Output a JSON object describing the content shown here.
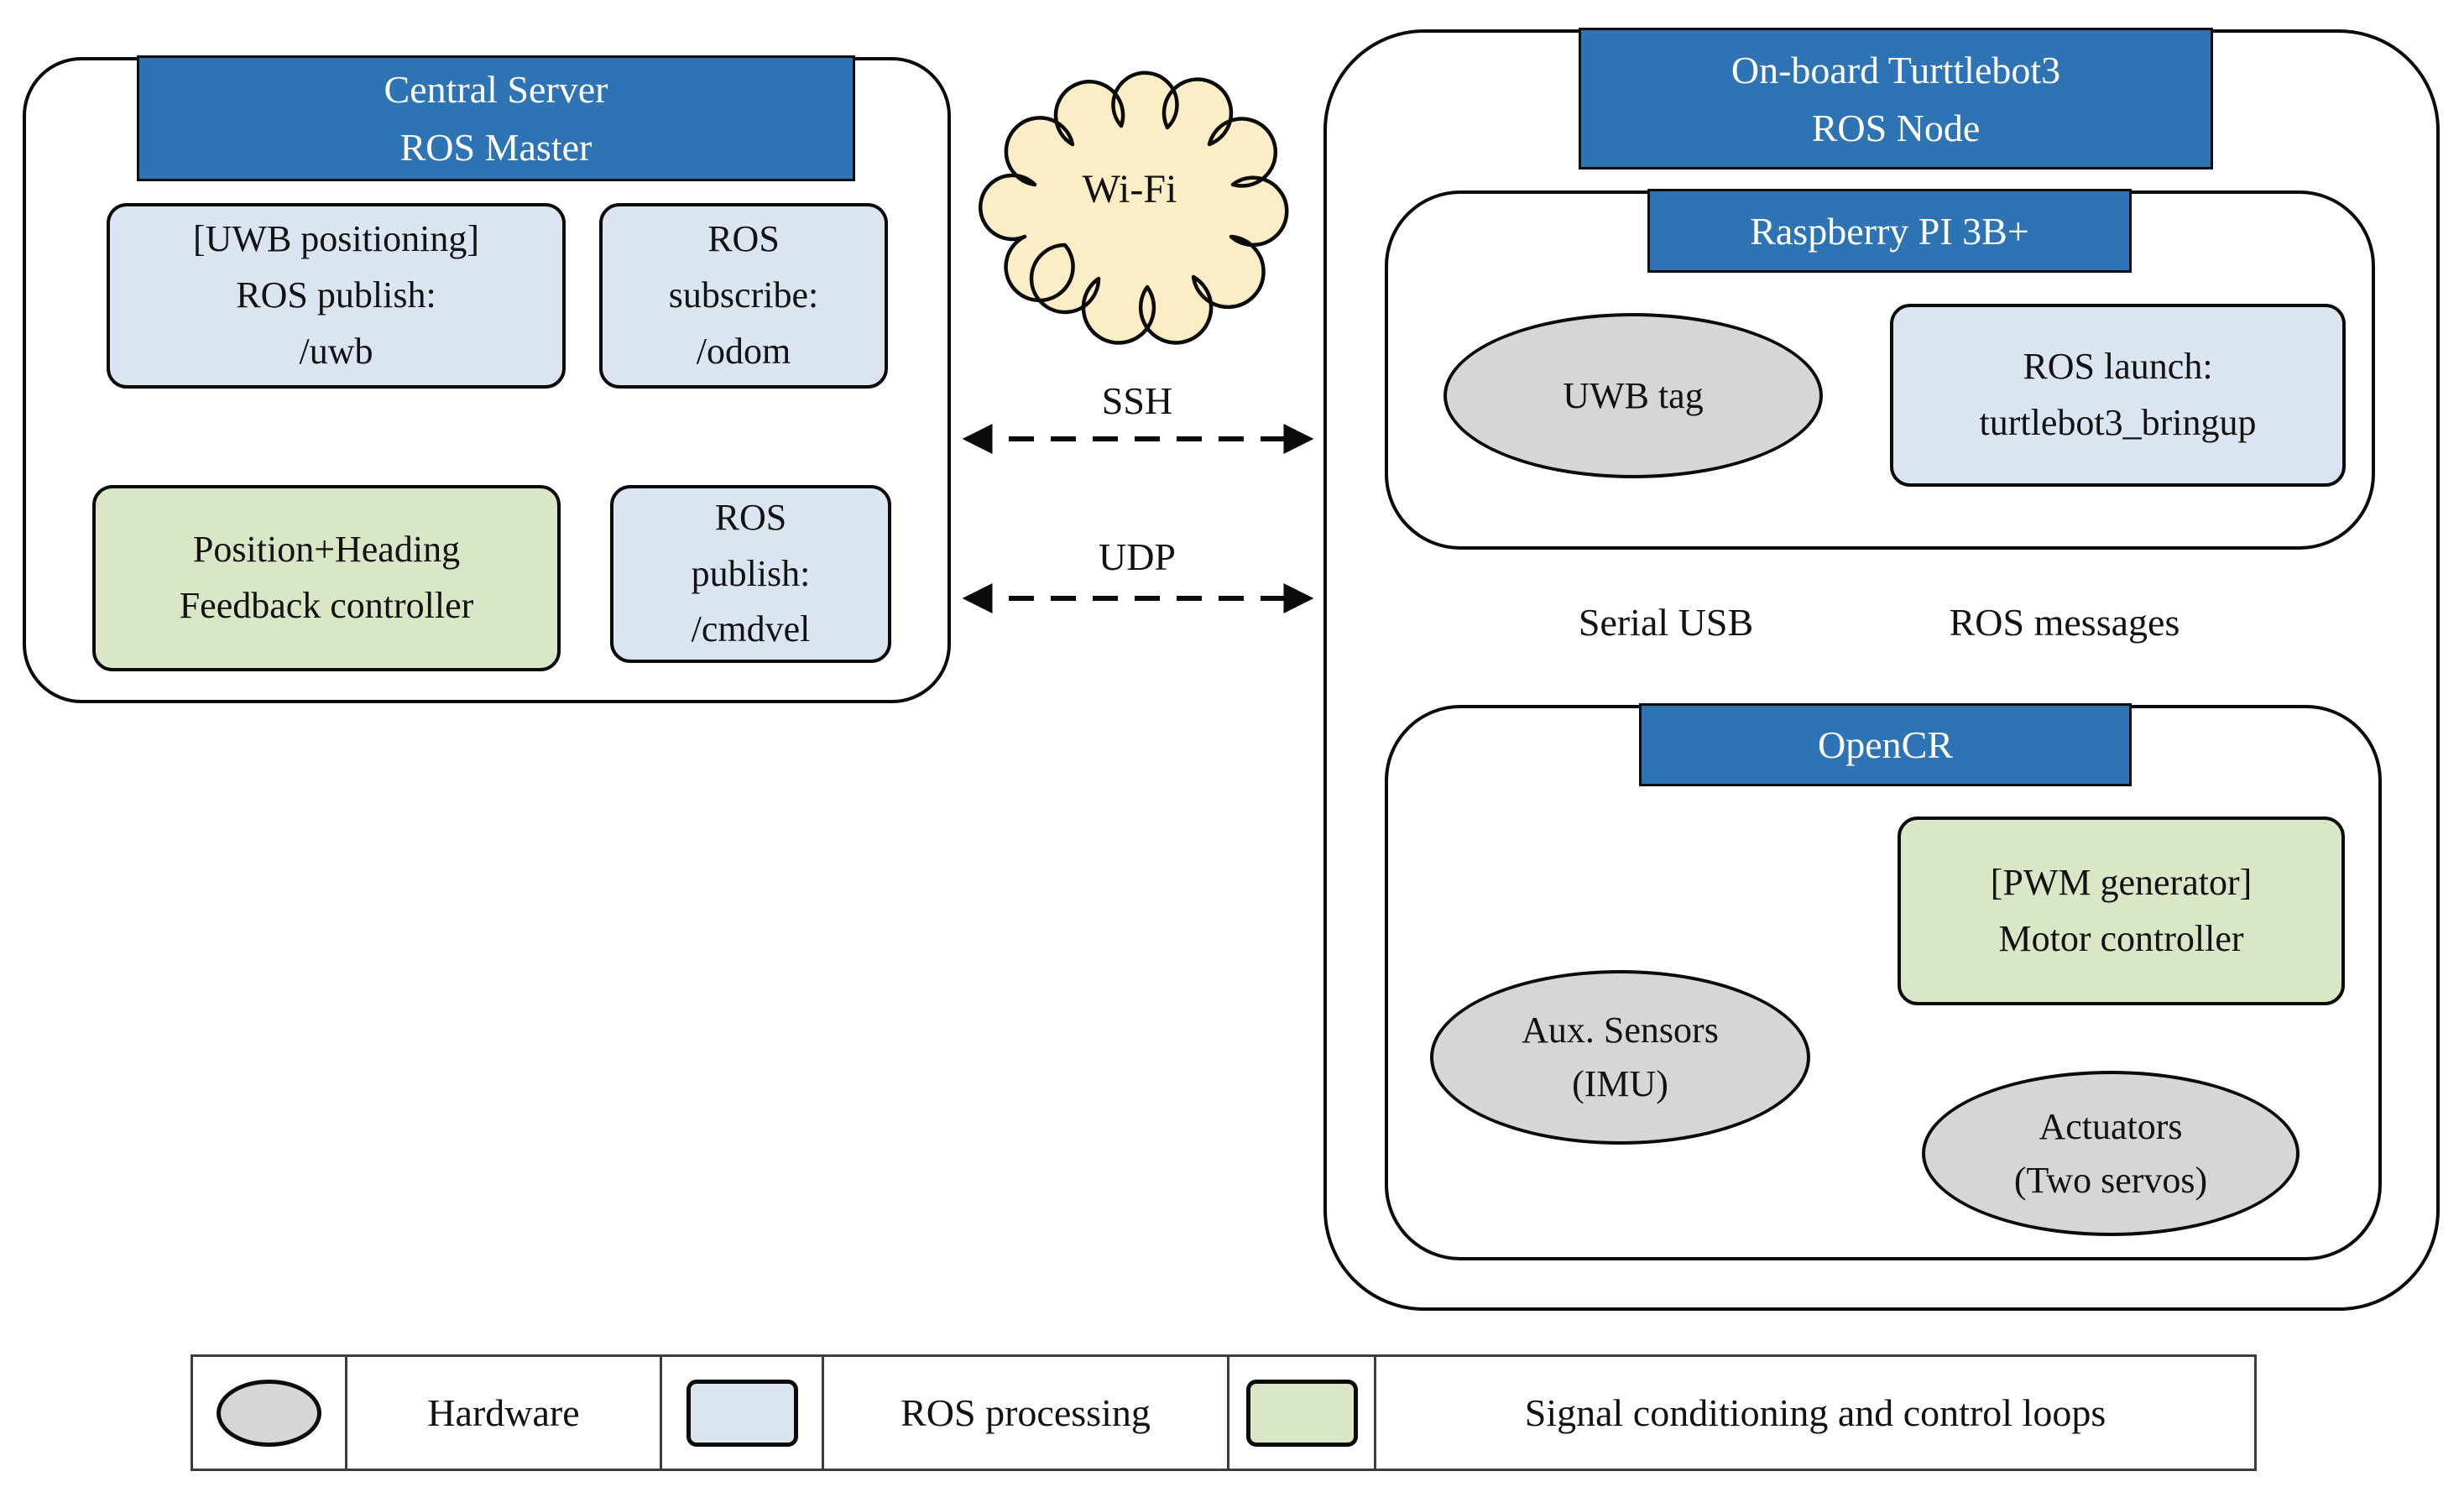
{
  "colors": {
    "header_blue": "#2E74B5",
    "ros_fill": "#DBE5F2",
    "control_fill": "#D9E7C6",
    "hardware_fill": "#D6D6D6",
    "cloud_fill": "#FBEDC6",
    "line_black": "#0B0B0B"
  },
  "central_server": {
    "title": "Central Server\nROS Master",
    "uwb_box": "[UWB positioning]\nROS publish:\n/uwb",
    "odom_box": "ROS\nsubscribe:\n/odom",
    "controller_box": "Position+Heading\nFeedback controller",
    "cmdvel_box": "ROS\npublish:\n/cmdvel"
  },
  "network": {
    "cloud_label": "Wi-Fi",
    "ssh_label": "SSH",
    "udp_label": "UDP"
  },
  "onboard": {
    "title": "On-board Turttlebot3\nROS Node",
    "raspberry": {
      "title": "Raspberry PI 3B+",
      "uwb_tag": "UWB tag",
      "ros_launch": "ROS launch:\nturtlebot3_bringup"
    },
    "links": {
      "serial_usb": "Serial USB",
      "ros_messages": "ROS messages"
    },
    "opencr": {
      "title": "OpenCR",
      "pwm_box": "[PWM generator]\nMotor controller",
      "aux_sensors": "Aux. Sensors\n(IMU)",
      "actuators": "Actuators\n(Two servos)"
    }
  },
  "legend": {
    "hardware": "Hardware",
    "ros_processing": "ROS processing",
    "signal": "Signal conditioning and control loops"
  }
}
